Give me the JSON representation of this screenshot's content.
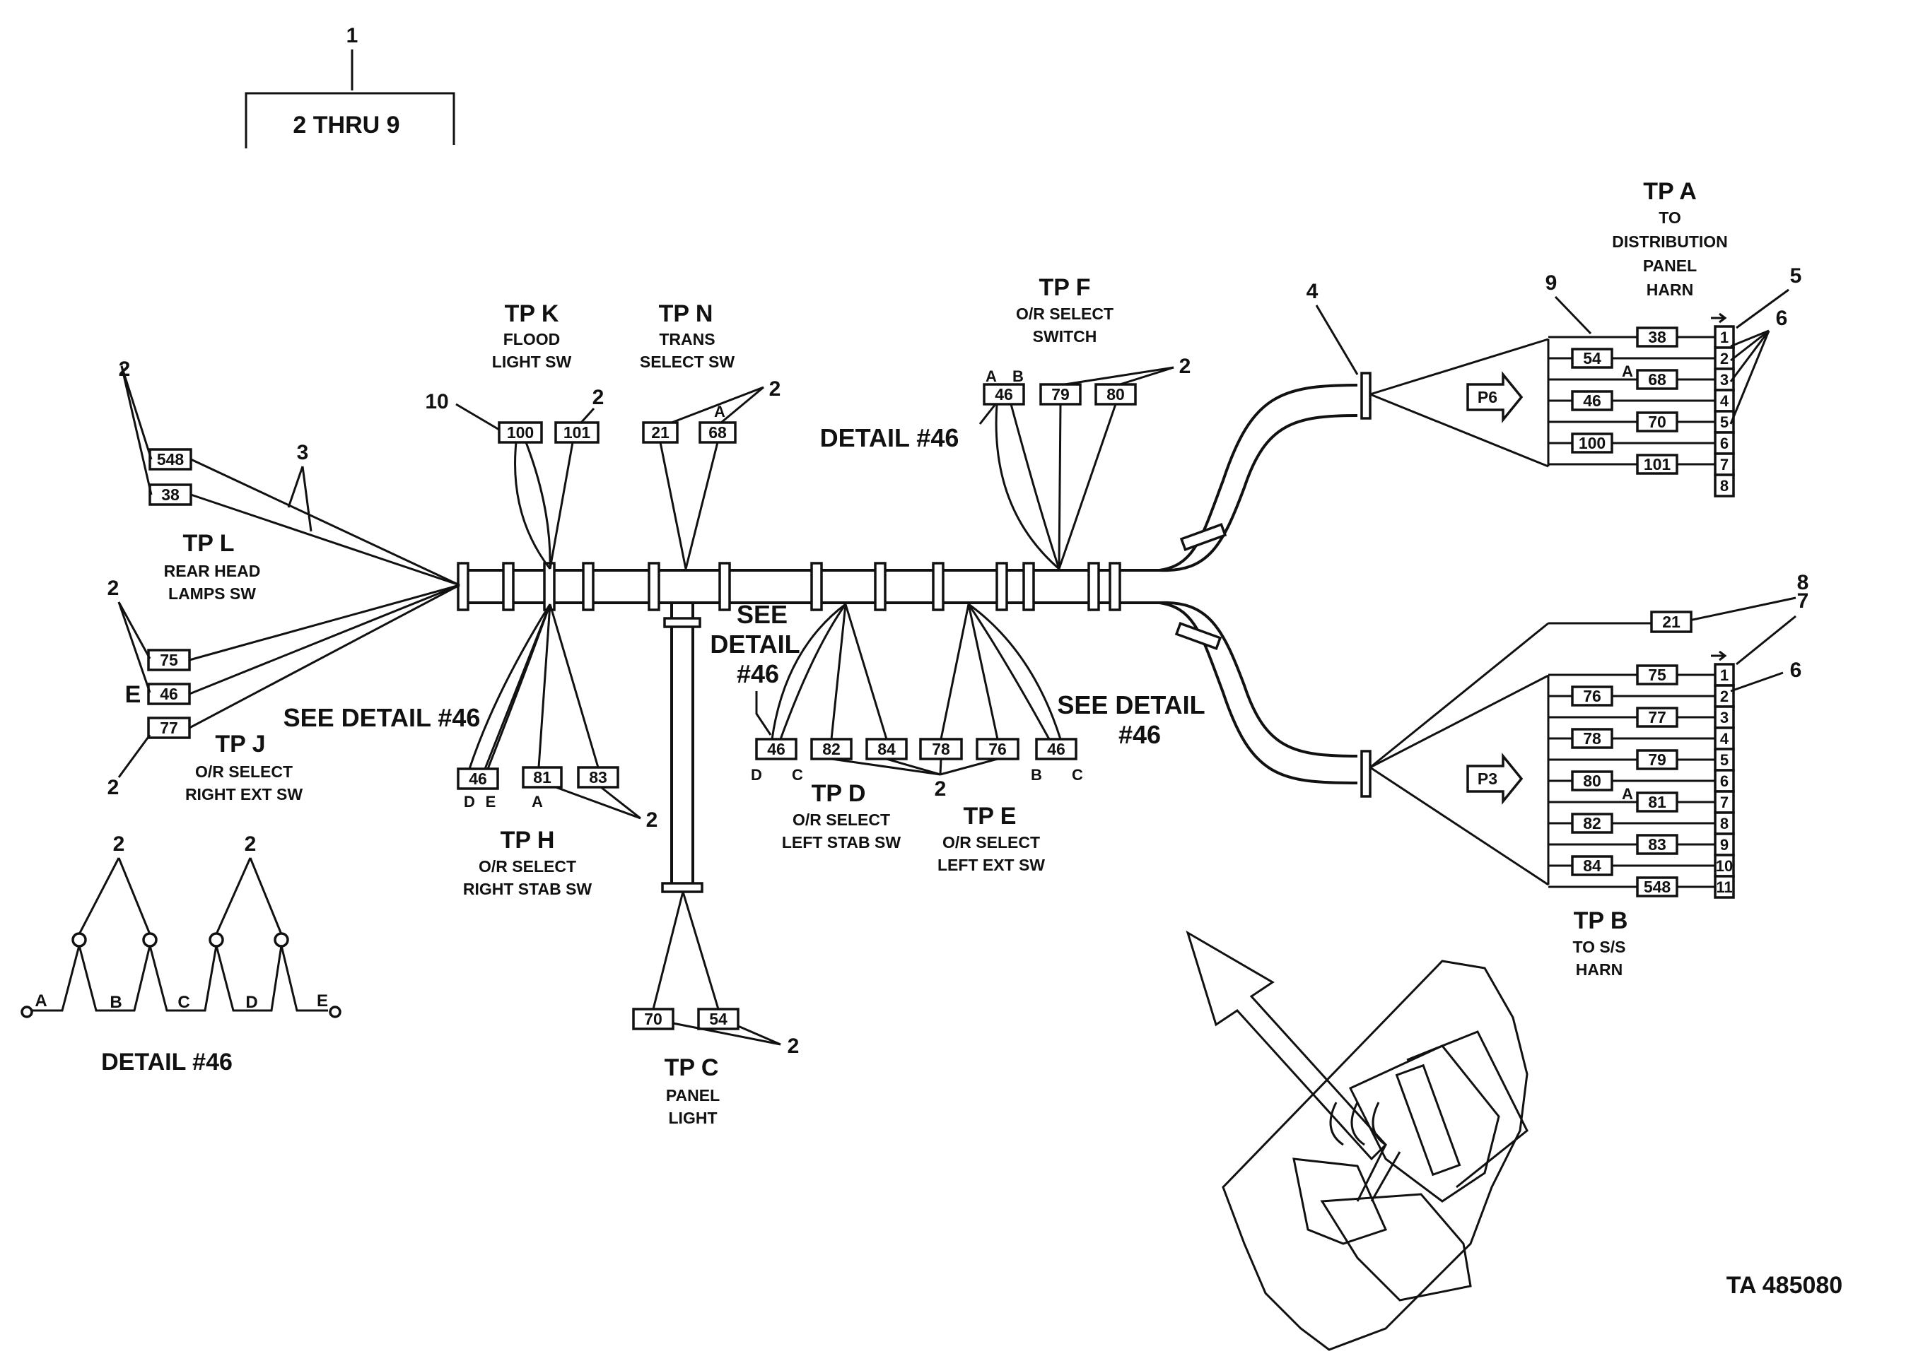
{
  "top_callout": {
    "number": "1",
    "label": "2 THRU 9"
  },
  "test_points": {
    "tp_a": {
      "title": "TP A",
      "desc": [
        "TO",
        "DISTRIBUTION",
        "PANEL",
        "HARN"
      ]
    },
    "tp_b": {
      "title": "TP B",
      "desc": [
        "TO S/S",
        "HARN"
      ]
    },
    "tp_c": {
      "title": "TP C",
      "desc": [
        "PANEL",
        "LIGHT"
      ]
    },
    "tp_d": {
      "title": "TP D",
      "desc": [
        "O/R SELECT",
        "LEFT STAB SW"
      ]
    },
    "tp_e": {
      "title": "TP E",
      "desc": [
        "O/R SELECT",
        "LEFT EXT SW"
      ]
    },
    "tp_f": {
      "title": "TP F",
      "desc": [
        "O/R SELECT",
        "SWITCH"
      ]
    },
    "tp_h": {
      "title": "TP H",
      "desc": [
        "O/R SELECT",
        "RIGHT STAB SW"
      ]
    },
    "tp_j": {
      "title": "TP J",
      "desc": [
        "O/R SELECT",
        "RIGHT EXT SW"
      ]
    },
    "tp_k": {
      "title": "TP K",
      "desc": [
        "FLOOD",
        "LIGHT SW"
      ]
    },
    "tp_l": {
      "title": "TP L",
      "desc": [
        "REAR HEAD",
        "LAMPS SW"
      ]
    },
    "tp_n": {
      "title": "TP N",
      "desc": [
        "TRANS",
        "SELECT SW"
      ]
    }
  },
  "detail_refs": {
    "detail_46": "DETAIL #46",
    "see_detail_46": "SEE DETAIL #46",
    "see_detail_46_stack": [
      "SEE",
      "DETAIL",
      "#46"
    ],
    "see_detail_46_right": [
      "SEE DETAIL",
      "#46"
    ]
  },
  "detail_46_inset": {
    "title": "DETAIL #46",
    "callouts": [
      "2",
      "2"
    ],
    "terminals": [
      "A",
      "B",
      "C",
      "D",
      "E"
    ]
  },
  "connectors": {
    "p6_label": "P6",
    "p3_label": "P3",
    "p6_pins": [
      "1",
      "2",
      "3",
      "4",
      "5",
      "6",
      "7",
      "8"
    ],
    "p3_pins": [
      "1",
      "2",
      "3",
      "4",
      "5",
      "6",
      "7",
      "8",
      "9",
      "10",
      "11"
    ],
    "p6_wires": [
      "38",
      "54",
      "68",
      "46",
      "70",
      "100",
      "101"
    ],
    "p3_wires": [
      "75",
      "76",
      "77",
      "78",
      "79",
      "80",
      "81",
      "82",
      "83",
      "84",
      "548"
    ],
    "p3_spare": "21",
    "pin_marker_a": "A"
  },
  "wire_boxes": {
    "tp_l": [
      "548",
      "38"
    ],
    "tp_j": [
      "75",
      "46",
      "77"
    ],
    "tp_k": [
      "100",
      "101"
    ],
    "tp_n": [
      "21",
      "68"
    ],
    "tp_f": [
      "46",
      "79",
      "80"
    ],
    "tp_h": [
      "46",
      "81",
      "83"
    ],
    "tp_c": [
      "70",
      "54"
    ],
    "tp_d": [
      "46",
      "82",
      "84"
    ],
    "tp_e": [
      "78",
      "76",
      "46"
    ]
  },
  "letters": {
    "tp_j_e": "E",
    "tp_h": [
      "D",
      "E",
      "A"
    ],
    "tp_d": [
      "D",
      "C"
    ],
    "tp_e": [
      "B",
      "C"
    ],
    "tp_f": [
      "A",
      "B"
    ],
    "tp_n": "A"
  },
  "callout_numbers": {
    "n2": "2",
    "n3": "3",
    "n4": "4",
    "n5": "5",
    "n6": "6",
    "n7": "7",
    "n8": "8",
    "n9": "9",
    "n10": "10"
  },
  "figure_id": "TA 485080"
}
